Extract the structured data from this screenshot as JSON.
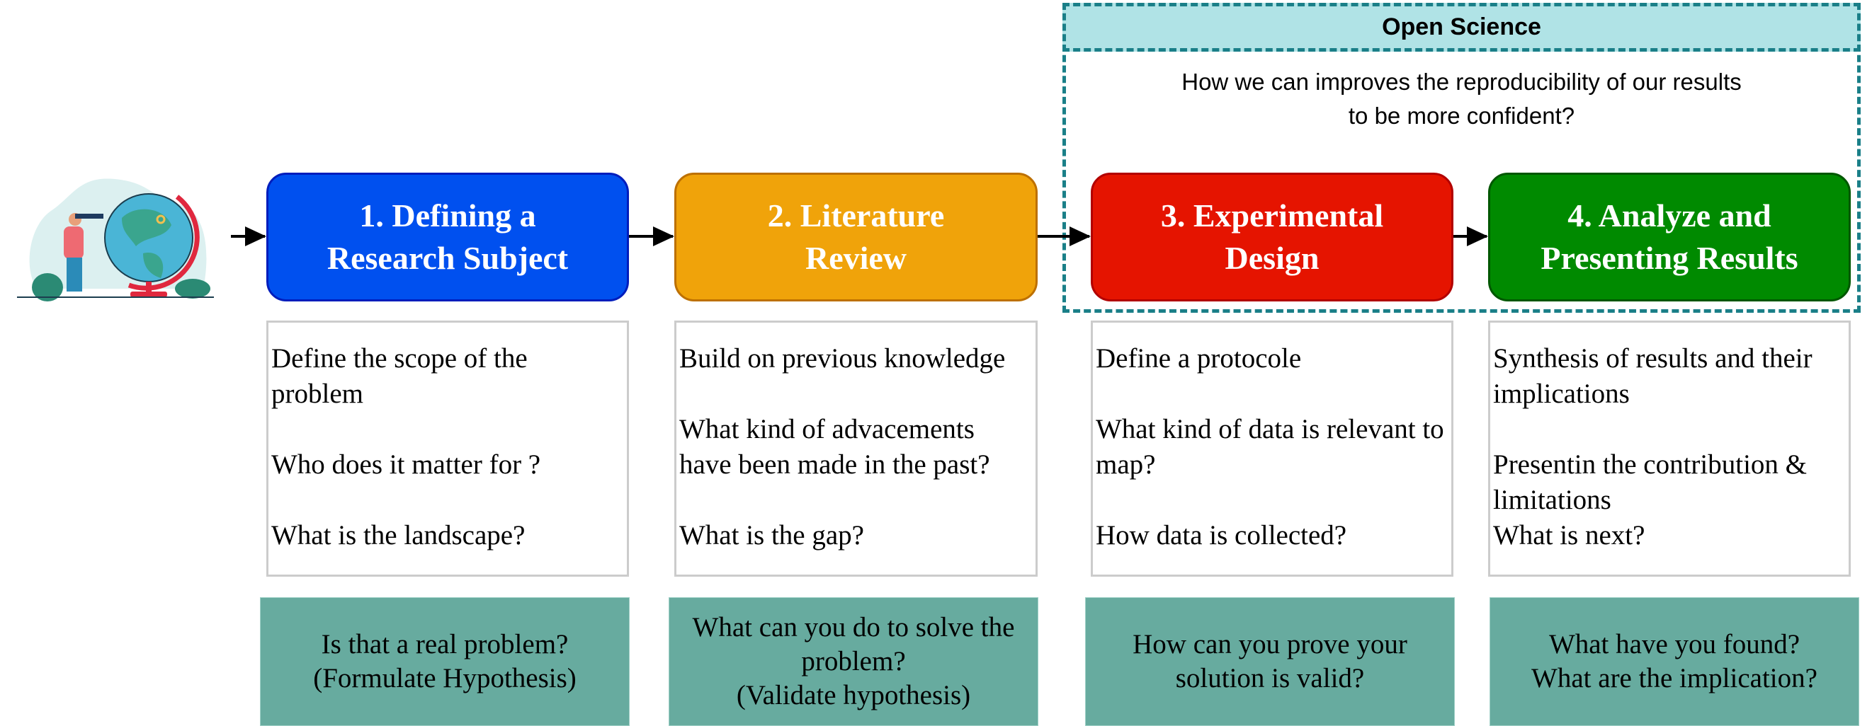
{
  "open_science": {
    "title": "Open Science",
    "question": "How we can improves the reproducibility of our results\nto be more confident?"
  },
  "illustration": {
    "icon": "person-telescope-globe-icon"
  },
  "stages": [
    {
      "title": "1. Defining a\nResearch Subject",
      "color": "#0050ef",
      "points": [
        "Define the scope of the problem",
        "Who does it matter for ?",
        "What is the landscape?"
      ],
      "question": "Is that a real problem?\n(Formulate Hypothesis)"
    },
    {
      "title": "2. Literature\nReview",
      "color": "#f0a30a",
      "points": [
        "Build on previous knowledge",
        "What kind of advacements have been made in the past?",
        "What is the gap?"
      ],
      "question": "What can you do to solve the problem?\n(Validate hypothesis)"
    },
    {
      "title": "3. Experimental\nDesign",
      "color": "#e51400",
      "points": [
        "Define a protocole",
        "What kind of data is relevant to map?",
        "How data is collected?"
      ],
      "question": "How can you prove your\nsolution is valid?"
    },
    {
      "title": "4. Analyze and\nPresenting Results",
      "color": "#008a00",
      "points": [
        "Synthesis of results and their implications",
        "Presentin the contribution & limitations",
        "What is next?"
      ],
      "question": "What have you found?\nWhat are the implication?"
    }
  ],
  "colors": {
    "open_science_border": "#1a7f88",
    "open_science_fill": "#b0e3e6",
    "question_fill": "#67ab9f",
    "panel_border": "#cccccc"
  }
}
